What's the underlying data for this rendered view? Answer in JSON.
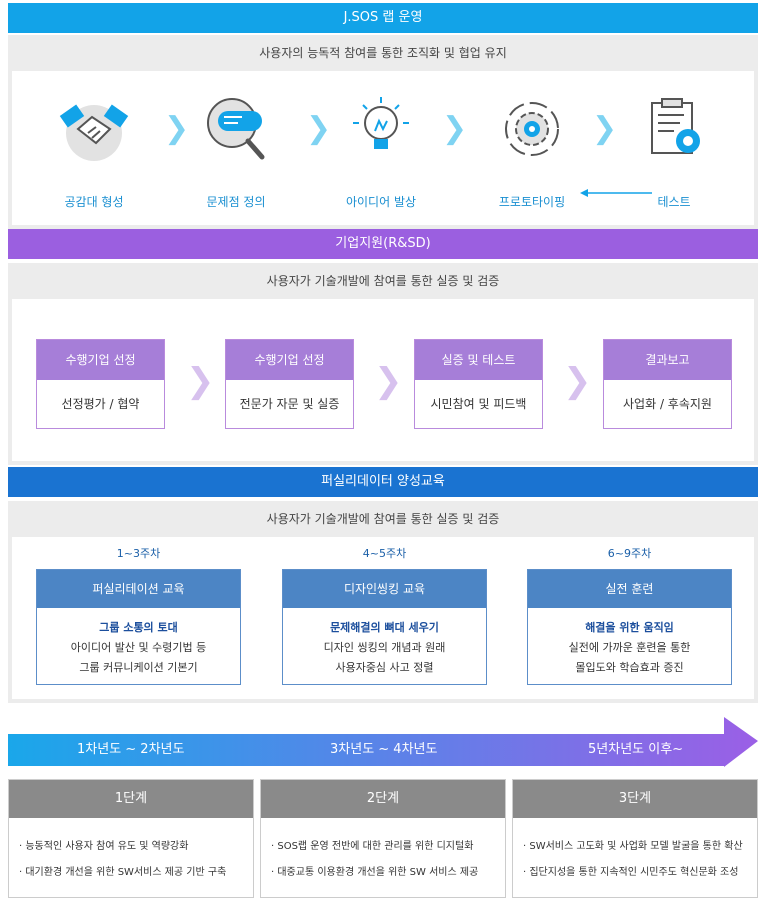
{
  "section1": {
    "title": "J.SOS 랩 운영",
    "subtitle": "사용자의 능독적 참여를 통한 조직화 및 협업 유지",
    "steps": [
      {
        "label": "공감대 형성",
        "icon": "handshake-icon"
      },
      {
        "label": "문제점 정의",
        "icon": "magnifier-icon"
      },
      {
        "label": "아이디어 발상",
        "icon": "lightbulb-icon"
      },
      {
        "label": "프로토타이핑",
        "icon": "gear-cycle-icon"
      },
      {
        "label": "테스트",
        "icon": "clipboard-gear-icon"
      }
    ],
    "colors": {
      "band": "#12a3e8",
      "label": "#1a8fd1",
      "chevron": "#7fd3f2"
    }
  },
  "section2": {
    "title": "기업지원(R&SD)",
    "subtitle": "사용자가 기술개발에 참여를 통한 실증 및 검증",
    "cards": [
      {
        "head": "수행기업 선정",
        "body": "선정평가 / 협약"
      },
      {
        "head": "수행기업 선정",
        "body": "전문가 자문 및 실증"
      },
      {
        "head": "실증 및 테스트",
        "body": "시민참여 및 피드백"
      },
      {
        "head": "결과보고",
        "body": "사업화 / 후속지원"
      }
    ],
    "colors": {
      "band": "#9b5fe0",
      "card_head": "#a67ed8"
    }
  },
  "section3": {
    "title": "퍼실리데이터 양성교육",
    "subtitle": "사용자가 기술개발에 참여를 통한 실증 및 검증",
    "courses": [
      {
        "weeks": "1~3주차",
        "head": "퍼실리테이션 교육",
        "emphasis": "그룹 소통의 토대",
        "line1": "아이디어 발산 및 수령기법 등",
        "line2": "그룹 커뮤니케이션 기본기"
      },
      {
        "weeks": "4~5주차",
        "head": "디자인씽킹 교육",
        "emphasis": "문제해결의 뼈대 세우기",
        "line1": "디자인 씽킹의 개념과 원래",
        "line2": "사용자중심 사고 정렬"
      },
      {
        "weeks": "6~9주차",
        "head": "실전 훈련",
        "emphasis": "해결을 위한 움직임",
        "line1": "실전에 가까운 훈련을 통한",
        "line2": "몰입도와 학습효과 증진"
      }
    ],
    "colors": {
      "band": "#1a73d1",
      "card_head": "#4c85c5"
    }
  },
  "timeline": {
    "periods": [
      "1차년도 ~ 2차년도",
      "3차년도 ~ 4차년도",
      "5년차년도 이후~"
    ],
    "phases": [
      {
        "title": "1단계",
        "items": [
          "능동적인 사용자 참여 유도 및 역량강화",
          "대기환경 개선을 위한 SW서비스 제공 기반 구축"
        ]
      },
      {
        "title": "2단계",
        "items": [
          "SOS랩 운영 전반에 대한 관리를 위한 디지털화",
          "대중교통 이용환경 개선을 위한 SW 서비스 제공"
        ]
      },
      {
        "title": "3단계",
        "items": [
          "SW서비스 고도화 및 사업화 모델 발굴을 통한 확산",
          "집단지성을 통한 지속적인 시민주도 혁신문화 조성"
        ]
      }
    ],
    "colors": {
      "arrow_start": "#1aa7ea",
      "arrow_end": "#9b5fe6",
      "phase_head": "#8a8a8a"
    }
  }
}
